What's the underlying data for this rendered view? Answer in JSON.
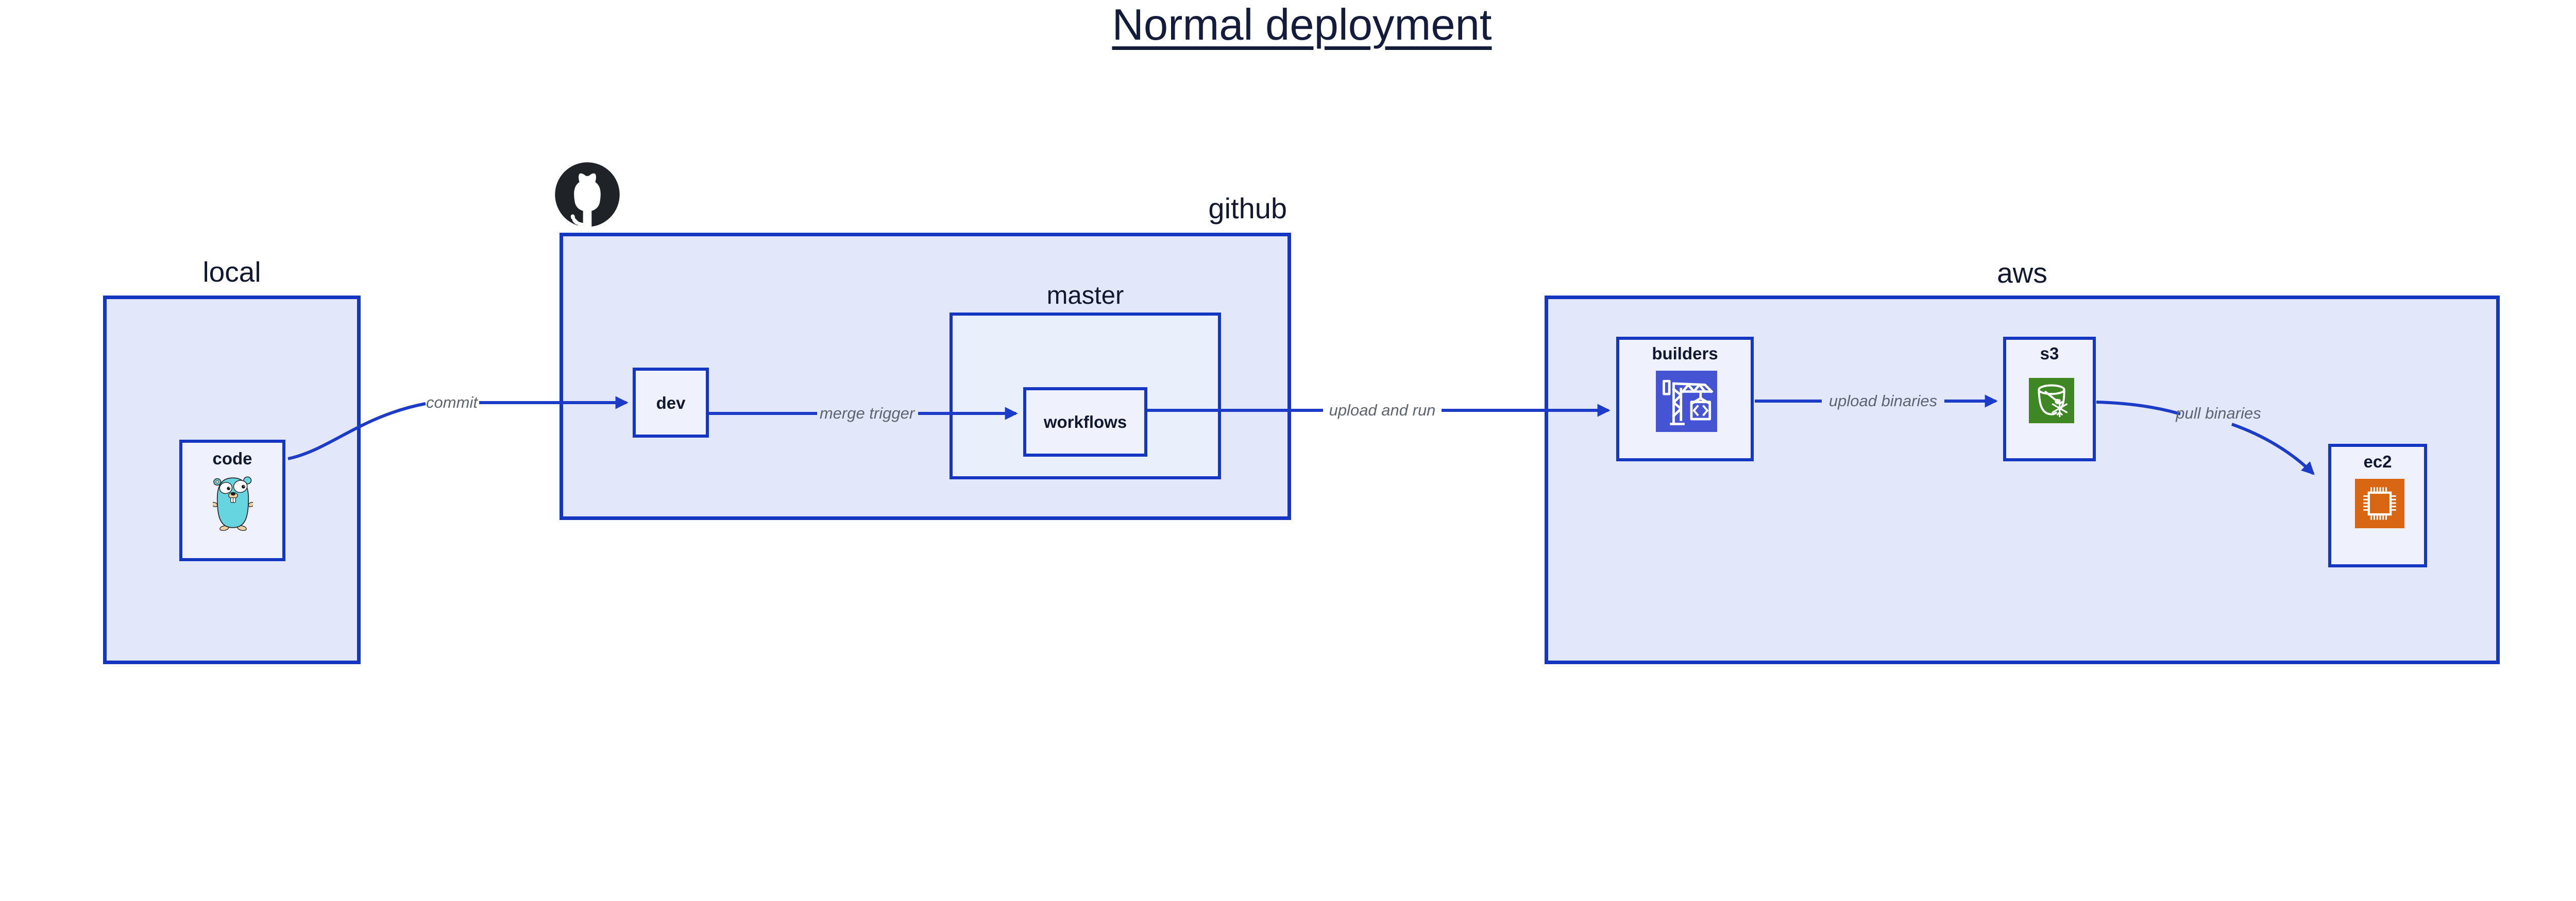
{
  "diagram": {
    "title": "Normal deployment",
    "containers": {
      "local": {
        "label": "local"
      },
      "github": {
        "label": "github"
      },
      "master": {
        "label": "master"
      },
      "aws": {
        "label": "aws"
      }
    },
    "nodes": {
      "code": {
        "label": "code"
      },
      "dev": {
        "label": "dev"
      },
      "workflows": {
        "label": "workflows"
      },
      "builders": {
        "label": "builders"
      },
      "s3": {
        "label": "s3"
      },
      "ec2": {
        "label": "ec2"
      }
    },
    "edges": {
      "commit": {
        "label": "commit"
      },
      "merge_trigger": {
        "label": "merge trigger"
      },
      "upload_and_run": {
        "label": "upload and run"
      },
      "upload_binaries": {
        "label": "upload binaries"
      },
      "pull_binaries": {
        "label": "pull binaries"
      }
    },
    "icons": {
      "code": "go-gopher-icon",
      "github": "github-octocat-icon",
      "builders": "codebuild-crane-icon",
      "s3": "s3-glacier-bucket-icon",
      "ec2": "ec2-chip-icon"
    },
    "colors": {
      "border_blue": "#1436c0",
      "edge_blue": "#1c3cc7",
      "container_fill": "#e2e8fa",
      "master_fill": "#eaeffc",
      "node_fill": "#eff2fc",
      "navy_text": "#11182f",
      "edge_label_gray": "#5d6470",
      "codebuild_indigo": "#4454d3",
      "s3_green": "#3f8624",
      "ec2_orange": "#d86613",
      "gopher_teal": "#67d5e0",
      "octocat_black": "#1f2328"
    }
  }
}
